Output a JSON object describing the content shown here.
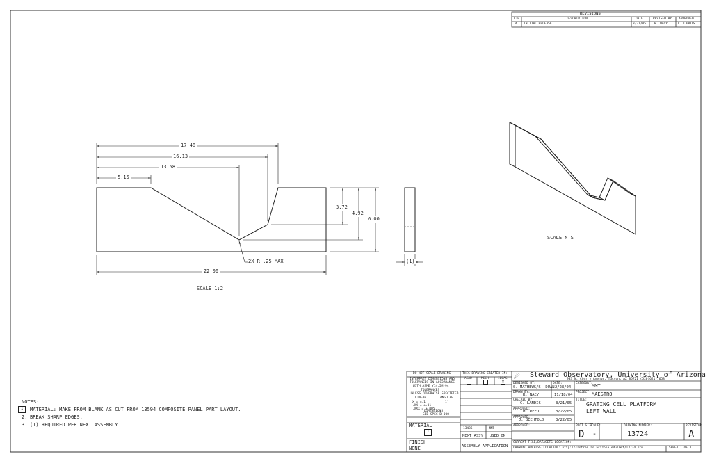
{
  "revisions": {
    "title": "REVISIONS",
    "headers": {
      "ltr": "LTR",
      "description": "DESCRIPTION",
      "date": "DATE",
      "revised_by": "REVISED BY",
      "approved": "APPROVED"
    },
    "rows": [
      {
        "ltr": "A",
        "description": "INITIAL RELEASE",
        "date": "3/21/05",
        "revised_by": "R. NACY",
        "approved": "C. LANDIS"
      }
    ]
  },
  "front_view": {
    "dims": {
      "d1": "17.48",
      "d2": "16.13",
      "d3": "13.58",
      "d4": "5.15",
      "overall_length": "22.00",
      "h1": "3.72",
      "h2": "4.92",
      "h3": "6.00"
    },
    "radius_note": "2X R .25 MAX",
    "scale": "SCALE 1:2"
  },
  "side_view": {
    "thickness_callout": "(1)"
  },
  "iso_view": {
    "scale": "SCALE NTS"
  },
  "notes": {
    "title": "NOTES:",
    "items": [
      {
        "bullet": "1",
        "text": "MATERIAL: MAKE FROM BLANK AS CUT FROM 13594 COMPOSITE PANEL PART LAYOUT."
      },
      {
        "bullet": "2.",
        "text": "BREAK SHARP EDGES."
      },
      {
        "bullet": "3.",
        "text": "(1) REQUIRED PER NEXT ASSEMBLY."
      }
    ]
  },
  "title_block": {
    "do_not_scale": "DO NOT SCALE DRAWING",
    "interpret": "INTERPRET DIMENSIONS AND",
    "tolerances_in": "TOLERANCES IN ACCORDANCE",
    "with_asme": "WITH ASME Y14.5M-94",
    "tolerances": "TOLERANCES",
    "unless": "UNLESS OTHERWISE SPECIFIED",
    "linear": "LINEAR",
    "angular": "ANGULAR",
    "tol_x": "X  = ±.1",
    "tol_xx": ".XX  = ±.01",
    "tol_xxx": ".XXX = ±.005",
    "tol_ang": "1°",
    "dims_in": "DIMENSIONS",
    "see_spec": "SEE SPEC D-000",
    "created_in": "THIS DRAWING CREATED IN:",
    "acad": "ACAD",
    "mech": "MECH",
    "ideas": "IDEAS",
    "material_label": "MATERIAL",
    "material_value": "1",
    "finish_label": "FINISH",
    "finish_value": "NONE",
    "next_assy_num": "13435",
    "next_assy_name": "MMT",
    "next_assy": "NEXT ASSY",
    "used_on": "USED ON",
    "assembly_app": "ASSEMBLY APPLICATION",
    "org": "Steward Observatory, University of Arizona",
    "address": "933 N. Cherry Avenue, Tucson, AZ  85721   (520)621-7658",
    "designed_by_label": "DESIGNED BY:",
    "designed_by": "S. MATHEWS/S. DUAN",
    "designed_date_label": "DATE:",
    "designed_date": "2/28/04",
    "category_label": "CATEGORY:",
    "category": "MMT",
    "drawn_by_label": "DRAWN BY:",
    "drawn_by": "R. NACY",
    "drawn_date": "11/18/04",
    "project_label": "PROJECT:",
    "project": "MAESTRO",
    "checked_label": "CHECKED BY:",
    "checked_by": "C. LANDIS",
    "checked_date": "3/21/05",
    "title_label": "TITLE:",
    "title1": "GRATING CELL PLATFORM",
    "title2": "LEFT WALL",
    "approved1_label": "APPROVED:",
    "approved1": "M. REED",
    "approved1_date": "3/22/05",
    "approved2_label": "APPROVED:",
    "approved2": "J. BECHTOLD",
    "approved2_date": "3/22/05",
    "approved3_label": "APPROVED:",
    "plot_size_label": "PLOT SIZE:",
    "plot_size": "D",
    "scale_label": "SCALE:",
    "scale": "-",
    "drawing_number_label": "DRAWING NUMBER:",
    "drawing_number": "13724",
    "revision_label": "REVISION:",
    "revision": "A",
    "current_location": "CURRENT FILE/DATASETS LOCATION:",
    "archive_location": "DRAWING ARCHIVE LOCATION: http://sanfran.as.arizona.edu/mmt/13724.htm",
    "sheet": "SHEET 1 OF 1"
  }
}
